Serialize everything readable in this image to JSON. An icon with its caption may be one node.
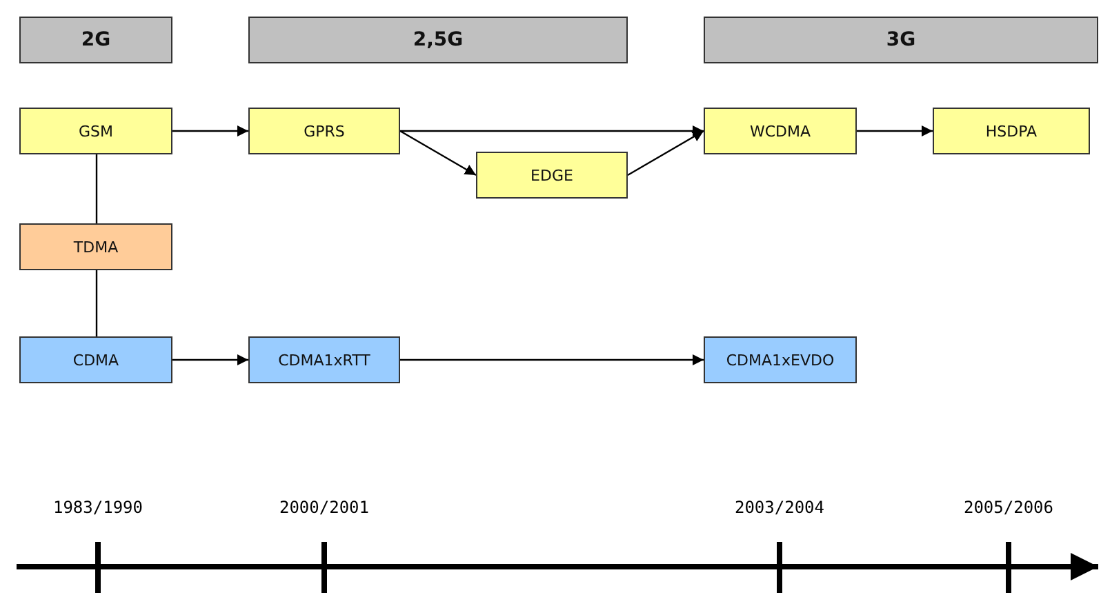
{
  "diagram": {
    "nodes": [
      {
        "text": [
          "2G"
        ]
      },
      {
        "text": [
          "2,5G"
        ]
      },
      {
        "text": [
          "3G"
        ]
      },
      {
        "text": [
          "GSM"
        ]
      },
      {
        "text": [
          "GPRS"
        ]
      },
      {
        "text": [
          "EDGE"
        ]
      },
      {
        "text": [
          "WCDMA"
        ]
      },
      {
        "text": [
          "HSDPA"
        ]
      },
      {
        "text": [
          "TDMA"
        ]
      },
      {
        "text": [
          "CDMA"
        ]
      },
      {
        "text": [
          "CDMA1xRTT"
        ]
      },
      {
        "text": [
          "CDMA1xEVDO"
        ]
      }
    ],
    "edges": [
      {
        "from": 3,
        "to": 4,
        "arrow": "to"
      },
      {
        "from": 4,
        "to": 6,
        "arrow": "to"
      },
      {
        "from": 4,
        "to": 5,
        "arrow": "to"
      },
      {
        "from": 5,
        "to": 6,
        "arrow": "to"
      },
      {
        "from": 6,
        "to": 7,
        "arrow": "to"
      },
      {
        "from": 3,
        "to": 8,
        "arrow": "none"
      },
      {
        "from": 8,
        "to": 9,
        "arrow": "none"
      },
      {
        "from": 9,
        "to": 10,
        "arrow": "to"
      },
      {
        "from": 10,
        "to": 11,
        "arrow": "to"
      }
    ],
    "labels": [
      "1983/1990",
      "2000/2001",
      "2003/2004",
      "2005/2006"
    ]
  }
}
